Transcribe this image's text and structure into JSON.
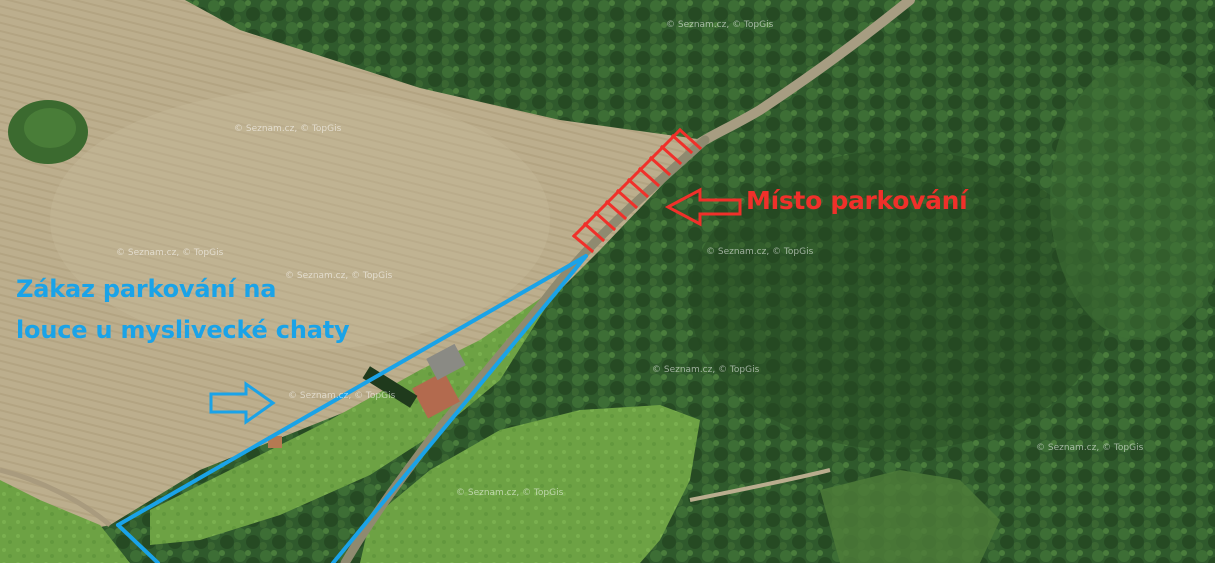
{
  "annotations": {
    "parking_label": "Místo parkování",
    "no_parking_line1": "Zákaz parkování na",
    "no_parking_line2": "louce u myslivecké chaty"
  },
  "watermark": {
    "text": "© Seznam.cz, © TopGis"
  },
  "colors": {
    "parking_red": "#f0302a",
    "no_parking_blue": "#1aa3e8",
    "field": "#b9ab8a",
    "forest": "#2f5a2c",
    "meadow": "#6fa046",
    "road": "#9c9378"
  }
}
